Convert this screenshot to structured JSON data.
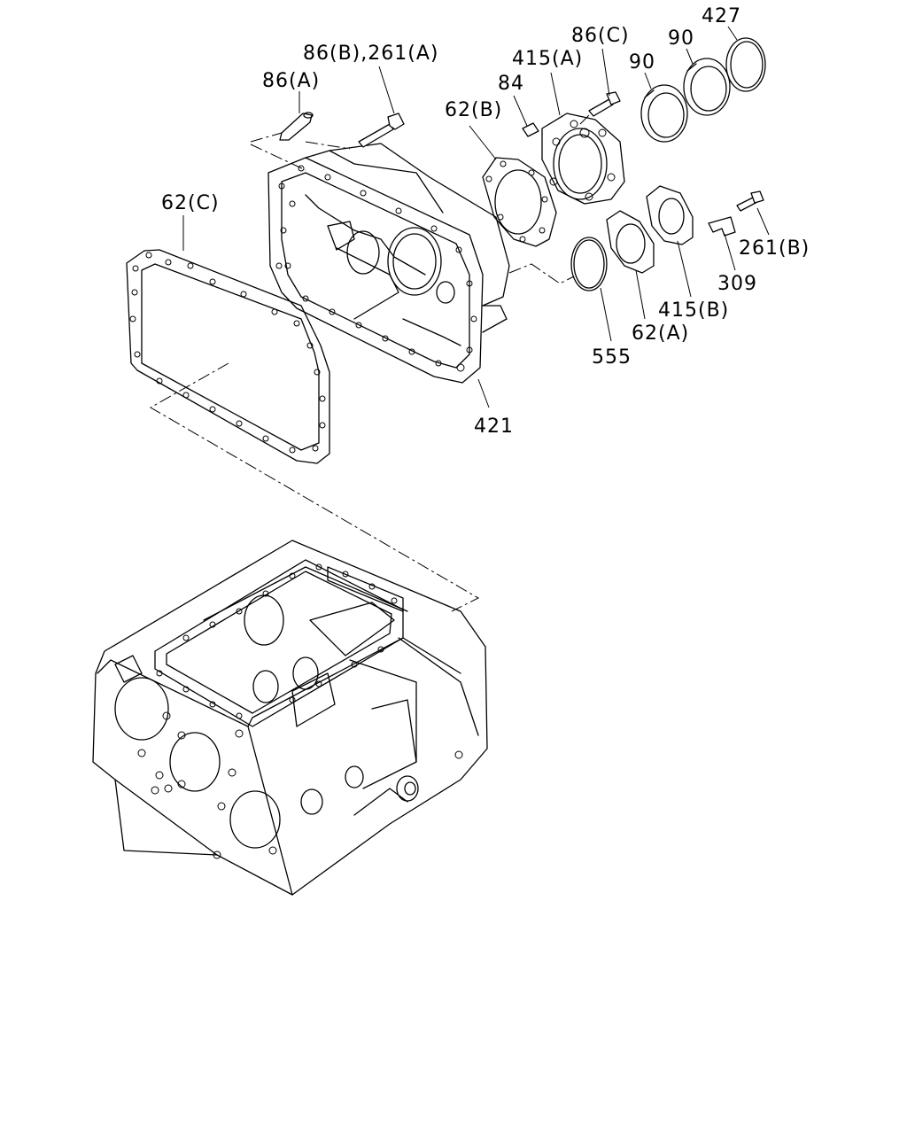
{
  "callouts": {
    "c_86a": "86(A)",
    "c_86b_261a": "86(B),261(A)",
    "c_62c": "62(C)",
    "c_62b": "62(B)",
    "c_84": "84",
    "c_415a": "415(A)",
    "c_86c": "86(C)",
    "c_90a": "90",
    "c_90b": "90",
    "c_427": "427",
    "c_261b": "261(B)",
    "c_309": "309",
    "c_415b": "415(B)",
    "c_62a": "62(A)",
    "c_555": "555",
    "c_421": "421"
  }
}
